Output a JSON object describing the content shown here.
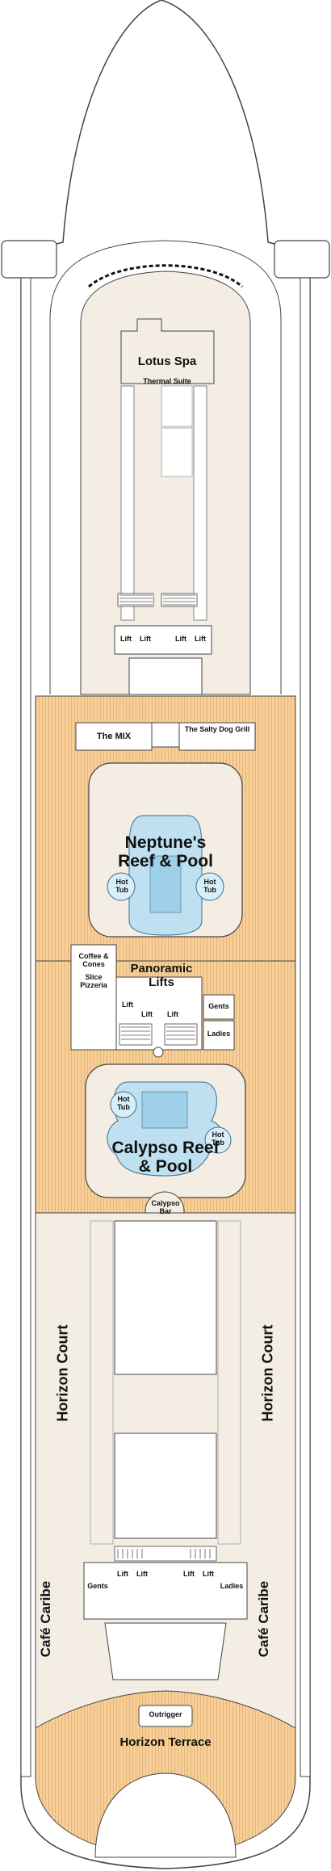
{
  "map": {
    "colors": {
      "hull_outline": "#444444",
      "deck_cream": "#f3ede3",
      "pool_deck_orange": "#f6cf9a",
      "plank_line": "#e8b472",
      "pool_water": "#bfe0f0",
      "room_fill": "#ffffff"
    },
    "areas": {
      "lotus_spa": "Lotus Spa",
      "thermal_suite": "Thermal Suite",
      "the_mix": "The MIX",
      "salty_dog_grill": "The Salty Dog Grill",
      "neptunes_reef_pool": "Neptune's Reef & Pool",
      "coffee_cones": "Coffee & Cones",
      "slice_pizzeria": "Slice Pizzeria",
      "panoramic_lifts": "Panoramic Lifts",
      "calypso_reef_pool": "Calypso Reef & Pool",
      "calypso_bar": "Calypso Bar",
      "horizon_court_left": "Horizon Court",
      "horizon_court_right": "Horizon Court",
      "cafe_caribe_left": "Café Caribe",
      "cafe_caribe_right": "Café Caribe",
      "outrigger": "Outrigger",
      "horizon_terrace": "Horizon Terrace"
    },
    "labels": {
      "lift": "Lift",
      "hot_tub": "Hot Tub",
      "gents": "Gents",
      "ladies": "Ladies"
    },
    "icons": [
      "dashed-arc-icon",
      "stair-icon"
    ]
  }
}
